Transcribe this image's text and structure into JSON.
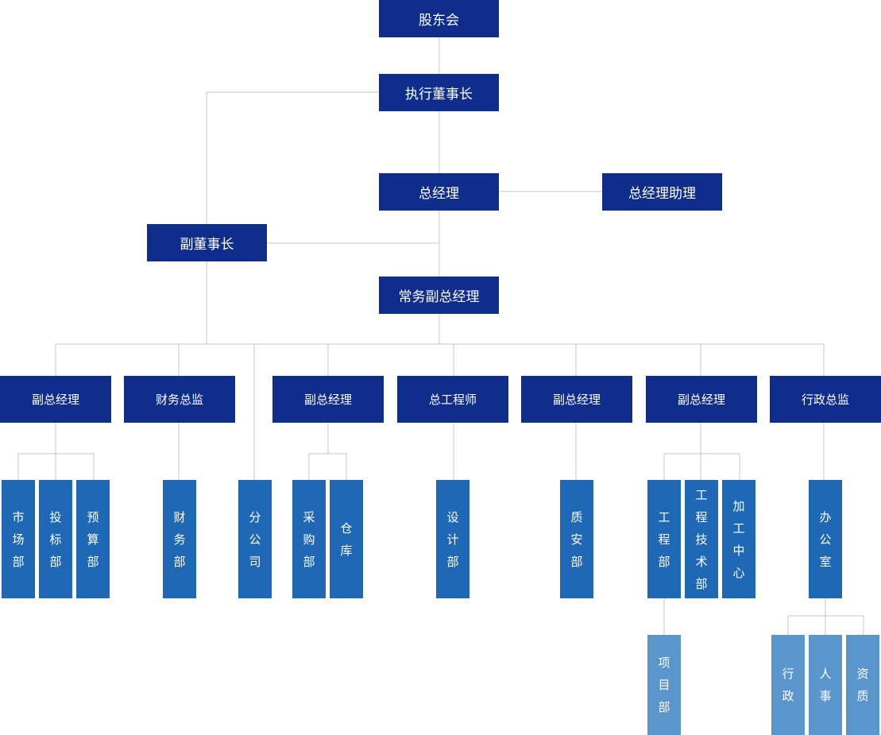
{
  "top": {
    "shareholders": "股东会",
    "executive_chairman": "执行董事长",
    "general_manager": "总经理",
    "gm_assistant": "总经理助理",
    "vice_chairman": "副董事长",
    "executive_vgm": "常务副总经理"
  },
  "mid": {
    "vgm_1": "副总经理",
    "cfo": "财务总监",
    "vgm_2": "副总经理",
    "chief_engineer": "总工程师",
    "vgm_3": "副总经理",
    "vgm_4": "副总经理",
    "admin_director": "行政总监"
  },
  "depts": {
    "market": "市场部",
    "bidding": "投标部",
    "budget": "预算部",
    "finance": "财务部",
    "branch": "分公司",
    "purchasing": "采购部",
    "warehouse": "仓库",
    "design": "设计部",
    "quality_safety": "质安部",
    "engineering": "工程部",
    "eng_tech": "工程技术部",
    "processing": "加工中心",
    "office": "办公室"
  },
  "subs": {
    "project": "项目部",
    "admin": "行政",
    "hr": "人事",
    "qualification": "资质"
  },
  "colors": {
    "management": "#0f2e8c",
    "department": "#1f68b5",
    "sub_department": "#5a95cb",
    "connector": "#c4c4c4"
  }
}
